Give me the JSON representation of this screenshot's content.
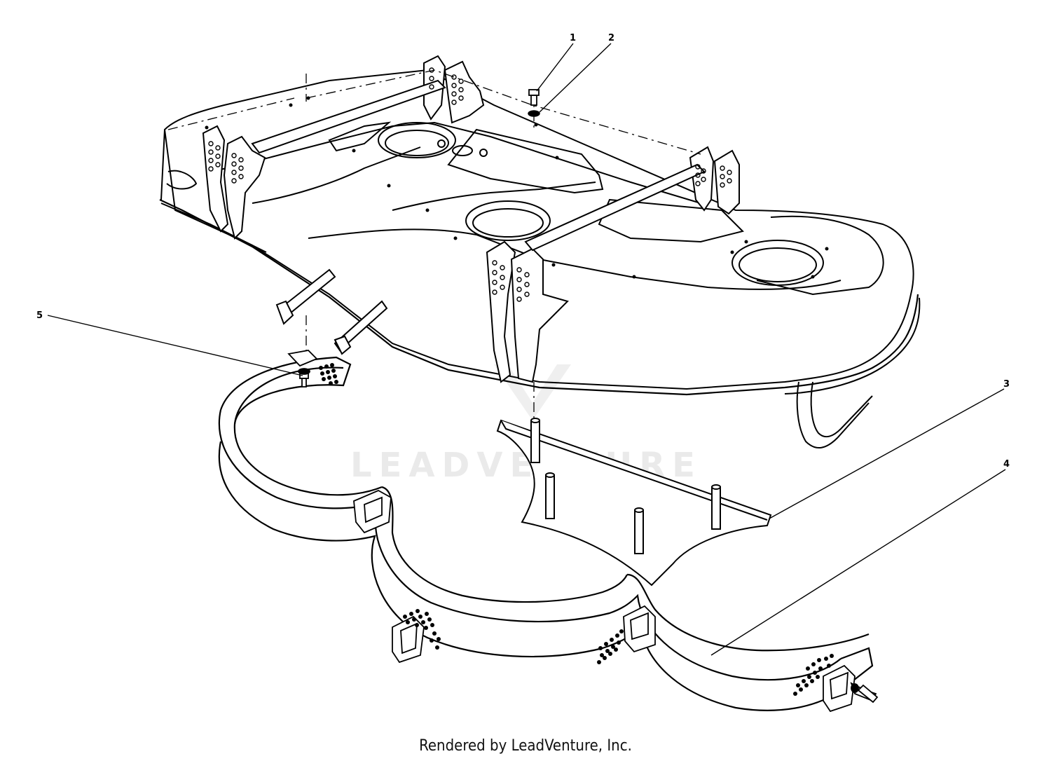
{
  "diagram": {
    "watermark": "LEADVENTURE",
    "callouts": [
      {
        "id": "1",
        "label": "1"
      },
      {
        "id": "2",
        "label": "2"
      },
      {
        "id": "3",
        "label": "3"
      },
      {
        "id": "4",
        "label": "4"
      },
      {
        "id": "5",
        "label": "5"
      }
    ]
  },
  "footer": {
    "credit": "Rendered by LeadVenture, Inc."
  },
  "colors": {
    "line": "#000000",
    "watermark": "#d9d9d9",
    "background": "#ffffff"
  }
}
